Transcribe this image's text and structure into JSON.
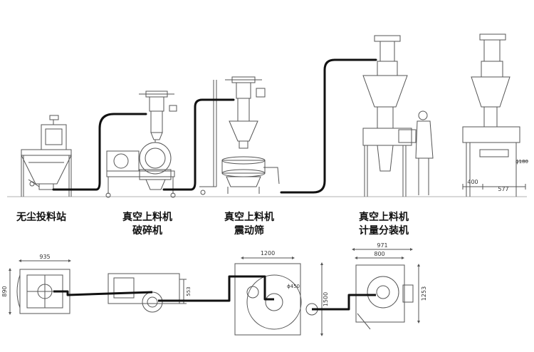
{
  "labels": {
    "station1": "无尘投料站",
    "station2_line1": "真空上料机",
    "station2_line2": "破碎机",
    "station3_line1": "真空上料机",
    "station3_line2": "震动筛",
    "station4_line1": "真空上料机",
    "station4_line2": "计量分装机"
  },
  "dimensions": {
    "d935": "935",
    "d890": "890",
    "d1200": "1200",
    "d1500": "1500",
    "d971": "971",
    "d800": "800",
    "d1253": "1253",
    "d400": "400",
    "d577": "577",
    "d180": "ϕ180",
    "d450": "ϕ450",
    "d553": "553"
  },
  "colors": {
    "line": "#555555",
    "pipe": "#111111",
    "label": "#111111"
  }
}
